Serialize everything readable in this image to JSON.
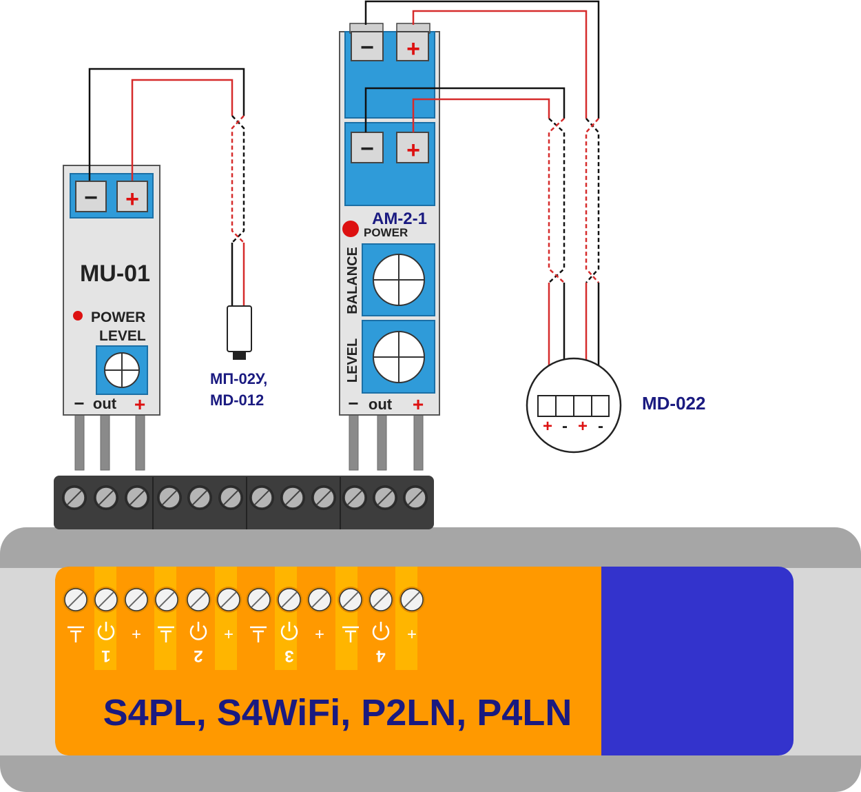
{
  "mu01": {
    "title": "MU-01",
    "power_label": "POWER",
    "level_label": "LEVEL",
    "minus_symbol": "−",
    "plus_symbol": "+",
    "out_label": "out"
  },
  "mic_small": {
    "label_line1": "МП-02У,",
    "label_line2": "MD-012"
  },
  "am21": {
    "title": "AM-2-1",
    "power_label": "POWER",
    "balance_label": "BALANCE",
    "level_label": "LEVEL",
    "minus_symbol": "−",
    "plus_symbol": "+",
    "out_label": "out"
  },
  "md022": {
    "label": "MD-022",
    "pins": [
      "+",
      "-",
      "+",
      "-"
    ]
  },
  "controller": {
    "model_label": "S4PL, S4WiFi, P2LN, P4LN",
    "channels": [
      {
        "number": "1",
        "symbols": [
          "ground",
          "power",
          "+"
        ]
      },
      {
        "number": "2",
        "symbols": [
          "ground",
          "power",
          "+"
        ]
      },
      {
        "number": "3",
        "symbols": [
          "ground",
          "power",
          "+"
        ]
      },
      {
        "number": "4",
        "symbols": [
          "ground",
          "power",
          "+"
        ]
      }
    ]
  },
  "colors": {
    "module_body": "#e4e4e4",
    "blue_panel": "#2f9bd9",
    "orange_panel": "#ff9900",
    "purple_panel": "#3333cc",
    "wire_red": "#d62b2b",
    "wire_black": "#111111",
    "led_red": "#dd1111",
    "label_navy": "#1a1a80",
    "housing_gray": "#a6a6a6",
    "terminal_dark": "#3d3d3d"
  }
}
